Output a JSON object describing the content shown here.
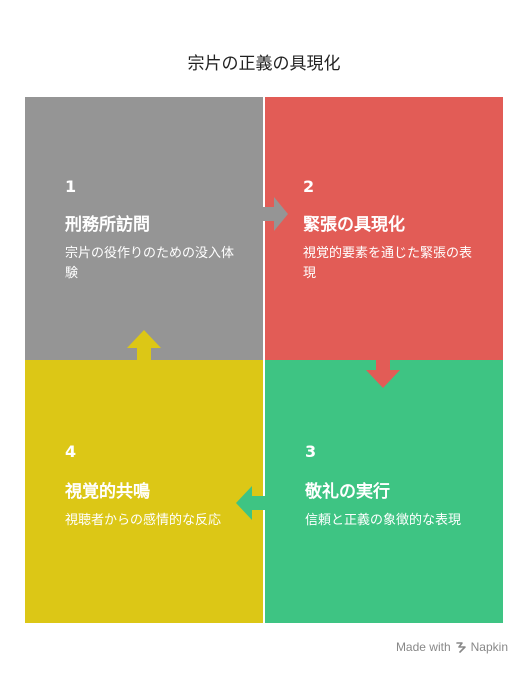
{
  "title": "宗片の正義の具現化",
  "colors": {
    "q1": "#959595",
    "q2": "#e25c56",
    "q3": "#3ec483",
    "q4": "#dcc716"
  },
  "quadrants": [
    {
      "number": "1",
      "heading": "刑務所訪問",
      "description": "宗片の役作りのための没入体験"
    },
    {
      "number": "2",
      "heading": "緊張の具現化",
      "description": "視覚的要素を通じた緊張の表現"
    },
    {
      "number": "3",
      "heading": "敬礼の実行",
      "description": "信頼と正義の象徴的な表現"
    },
    {
      "number": "4",
      "heading": "視覚的共鳴",
      "description": "視聴者からの感情的な反応"
    }
  ],
  "branding": {
    "made_with": "Made with",
    "name": "Napkin",
    "icon": "napkin-logo-icon"
  }
}
